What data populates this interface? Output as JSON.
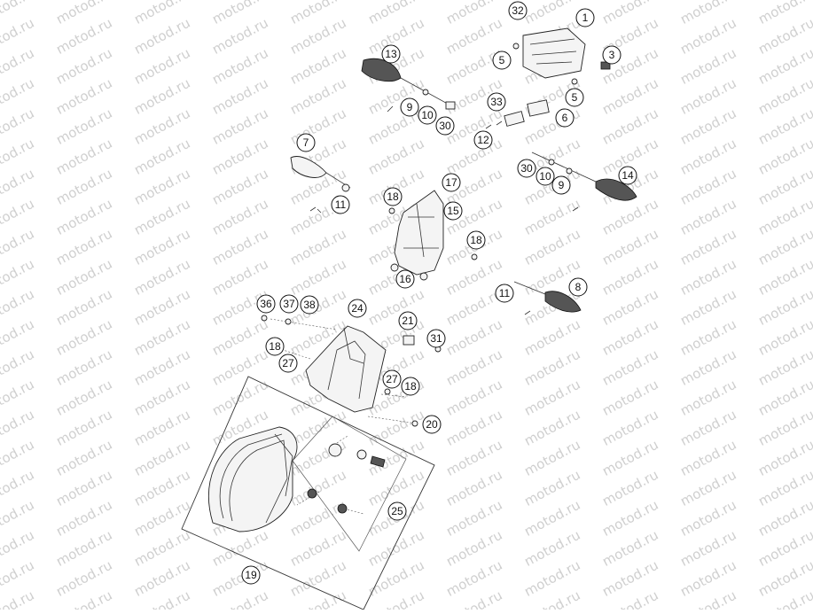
{
  "watermark": "motod.ru",
  "callouts": [
    "1",
    "3",
    "5",
    "5",
    "6",
    "32",
    "33",
    "12",
    "13",
    "9",
    "10",
    "30",
    "7",
    "11",
    "17",
    "15",
    "18",
    "18",
    "16",
    "14",
    "30",
    "10",
    "9",
    "8",
    "11",
    "36",
    "37",
    "38",
    "24",
    "21",
    "31",
    "18",
    "27",
    "27",
    "18",
    "20",
    "25",
    "19"
  ]
}
